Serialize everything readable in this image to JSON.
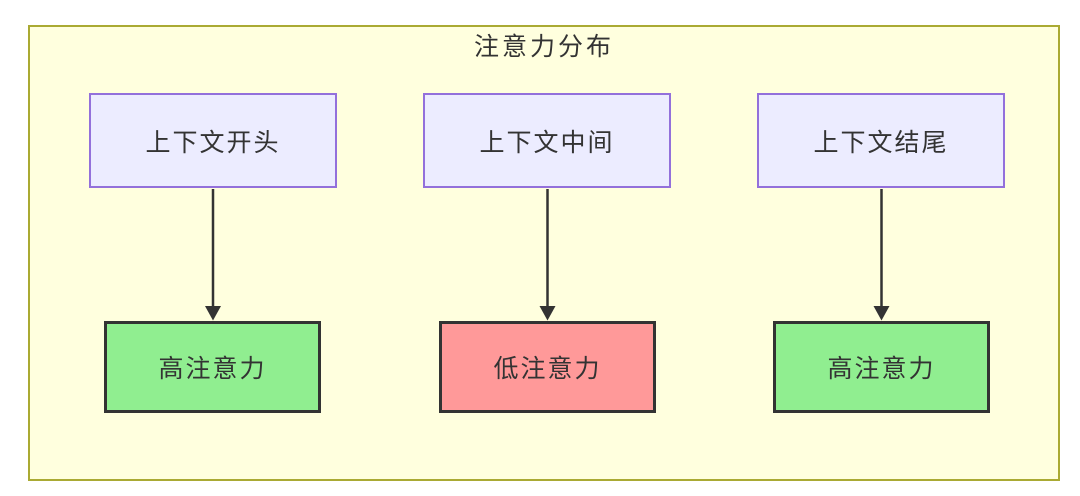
{
  "diagram": {
    "title": "注意力分布",
    "top_nodes": [
      {
        "label": "上下文开头"
      },
      {
        "label": "上下文中间"
      },
      {
        "label": "上下文结尾"
      }
    ],
    "bottom_nodes": [
      {
        "label": "高注意力",
        "level": "high"
      },
      {
        "label": "低注意力",
        "level": "low"
      },
      {
        "label": "高注意力",
        "level": "high"
      }
    ],
    "edges": [
      {
        "from": "上下文开头",
        "to": "高注意力"
      },
      {
        "from": "上下文中间",
        "to": "低注意力"
      },
      {
        "from": "上下文结尾",
        "to": "高注意力"
      }
    ],
    "colors": {
      "container_fill": "#ffffde",
      "container_border": "#aaaa33",
      "context_node_fill": "#ececff",
      "context_node_border": "#9370db",
      "high_attention_fill": "#90ee90",
      "low_attention_fill": "#ff9999",
      "attention_node_border": "#333333",
      "edge": "#333333",
      "text": "#333333"
    }
  }
}
